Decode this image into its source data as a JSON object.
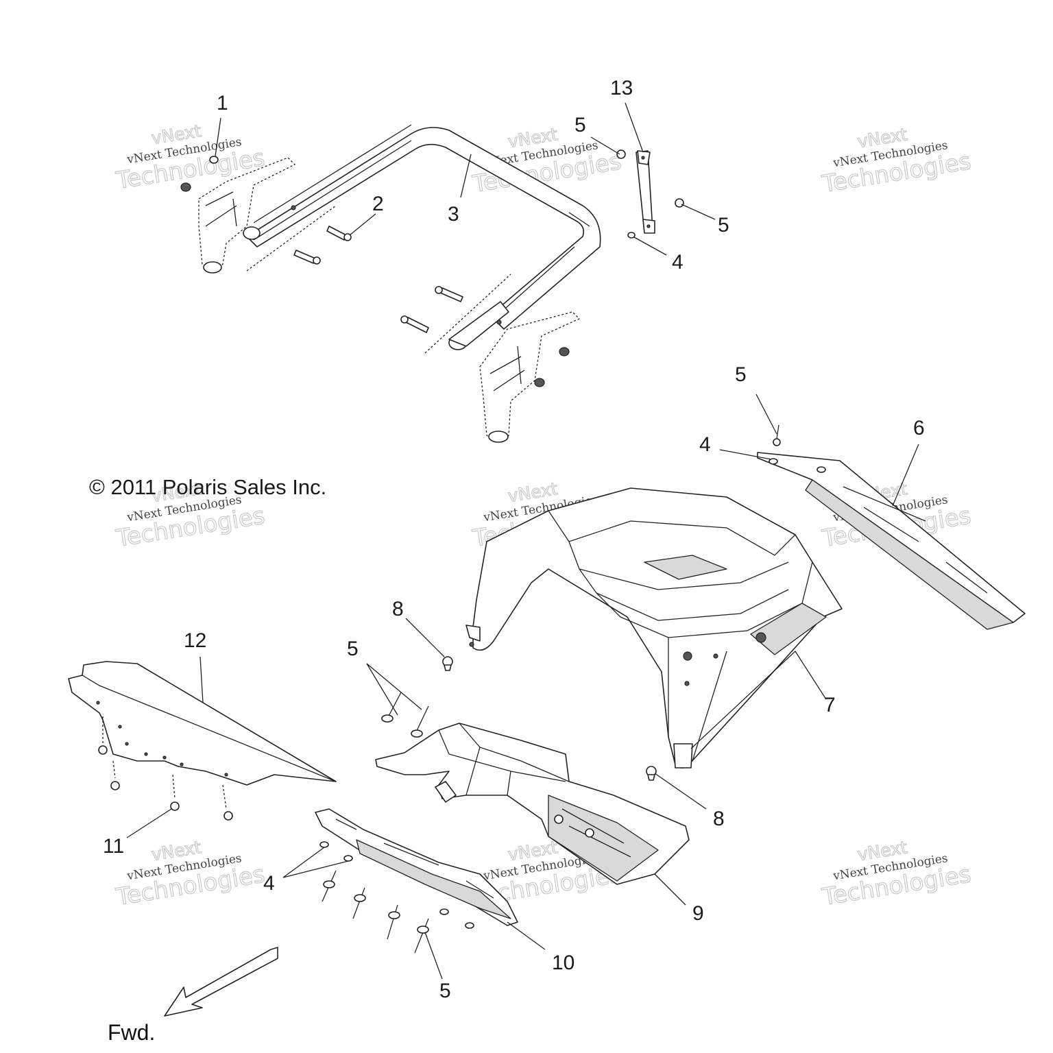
{
  "copyright": "© 2011 Polaris Sales Inc.",
  "forward_label": "Fwd.",
  "watermark": {
    "top_line": "vNext",
    "middle_line": "vNext Technologies",
    "bottom_line": "Technologies"
  },
  "callouts": {
    "c1": "1",
    "c2": "2",
    "c3": "3",
    "c13": "13",
    "c5a": "5",
    "c5b": "5",
    "c4a": "4",
    "c5c": "5",
    "c4b": "4",
    "c6": "6",
    "c8a": "8",
    "c5d": "5",
    "c12": "12",
    "c7": "7",
    "c8b": "8",
    "c11": "11",
    "c4c": "4",
    "c9": "9",
    "c10": "10",
    "c5e": "5"
  }
}
